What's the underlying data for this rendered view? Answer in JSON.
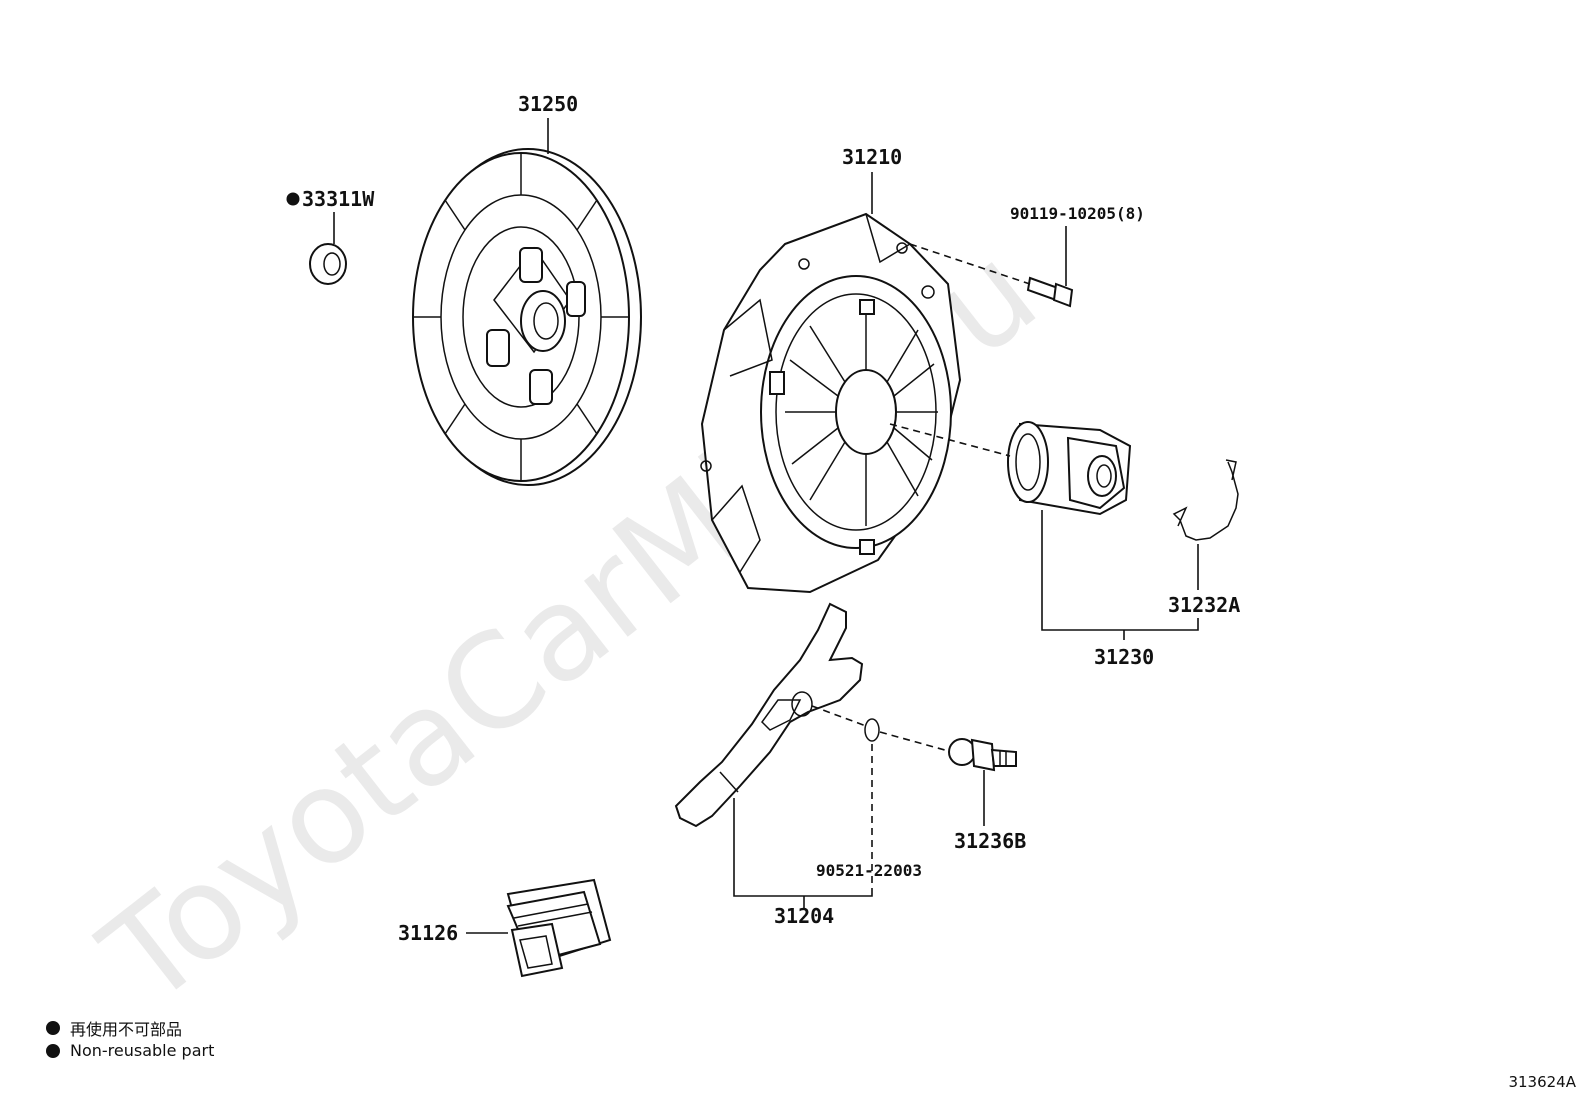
{
  "watermark": "ToyotaCarMine.ru",
  "parts": {
    "clutch_disc": "31250",
    "pilot_bearing": "33311W",
    "clutch_cover": "31210",
    "cover_bolt": "90119-10205(8)",
    "release_bearing_hub": "31230",
    "hub_clip": "31232A",
    "release_fork": "31204",
    "fork_support": "31236B",
    "fork_ring": "90521-22003",
    "fork_boot": "31126"
  },
  "legend": {
    "jp": "再使用不可部品",
    "en": "Non-reusable part"
  },
  "figure_code": "313624A"
}
